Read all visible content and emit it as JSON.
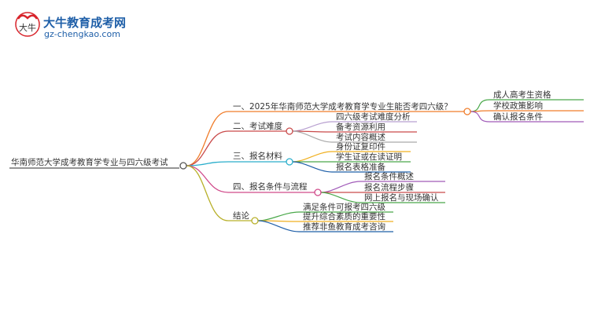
{
  "logo": {
    "title": "大牛教育成考网",
    "url": "gz-chengkao.com",
    "emblem": "大牛"
  },
  "mindmap": {
    "root": "华南师范大学成考教育学专业与四六级考试",
    "branches": [
      {
        "label": "一、2025年华南师范大学成考教育学专业生能否考四六级？",
        "color": "#f07d2b",
        "children": [
          "成人高考生资格",
          "学校政策影响",
          "确认报名条件"
        ]
      },
      {
        "label": "二、考试难度",
        "color": "#c94a4a",
        "children": [
          "四六级考试难度分析",
          "备考资源利用",
          "考试内容概述"
        ]
      },
      {
        "label": "三、报名材料",
        "color": "#2aaecb",
        "children": [
          "身份证复印件",
          "学生证或在读证明",
          "报名表格准备"
        ]
      },
      {
        "label": "四、报名条件与流程",
        "color": "#d04a8a",
        "children": [
          "报名条件概述",
          "报名流程步骤",
          "网上报名与现场确认"
        ]
      },
      {
        "label": "结论",
        "color": "#b8b02a",
        "children": [
          "满足条件可报考四六级",
          "提升综合素质的重要性",
          "推荐非鱼教育成考咨询"
        ]
      }
    ],
    "child_colors": [
      [
        "#4aa84a",
        "#f07d2b",
        "#a05ab8"
      ],
      [
        "#b8a0d0",
        "#c94a4a",
        "#aaaaaa"
      ],
      [
        "#f0b020",
        "#4aa84a",
        "#1f5fa8"
      ],
      [
        "#a05ab8",
        "#c94a4a",
        "#4aa84a"
      ],
      [
        "#4aa84a",
        "#f0b020",
        "#1f5fa8"
      ]
    ]
  }
}
